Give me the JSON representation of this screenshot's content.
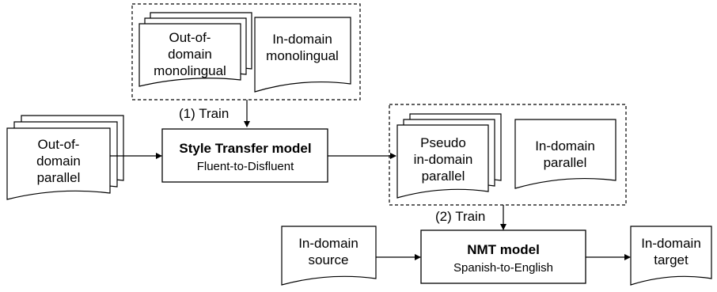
{
  "diagram": {
    "docs": {
      "ood_mono": [
        "Out-of-",
        "domain",
        "monolingual"
      ],
      "ind_mono": [
        "In-domain",
        "monolingual"
      ],
      "ood_par": [
        "Out-of-",
        "domain",
        "parallel"
      ],
      "pseudo_par": [
        "Pseudo",
        "in-domain",
        "parallel"
      ],
      "ind_par": [
        "In-domain",
        "parallel"
      ],
      "ind_src": [
        "In-domain",
        "source"
      ],
      "ind_tgt": [
        "In-domain",
        "target"
      ]
    },
    "style_model": {
      "title": "Style Transfer model",
      "subtitle": "Fluent-to-Disfluent"
    },
    "nmt_model": {
      "title": "NMT model",
      "subtitle": "Spanish-to-English"
    },
    "train1": "(1) Train",
    "train2": "(2) Train"
  }
}
